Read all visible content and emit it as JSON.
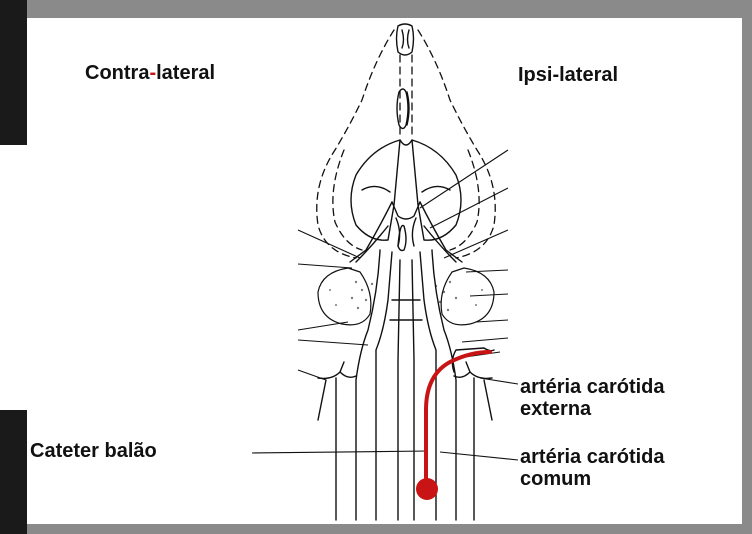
{
  "labels": {
    "contra_a": "Contra",
    "contra_dash": "-",
    "contra_b": "lateral",
    "ipsi": "Ipsi-lateral",
    "cateter": "Cateter balão",
    "externa_line1": "artéria carótida",
    "externa_line2": "externa",
    "comum_line1": "artéria carótida",
    "comum_line2": "comum"
  },
  "colors": {
    "catheter": "#c81414",
    "ink": "#111111",
    "frame": "#8a8a8a"
  }
}
